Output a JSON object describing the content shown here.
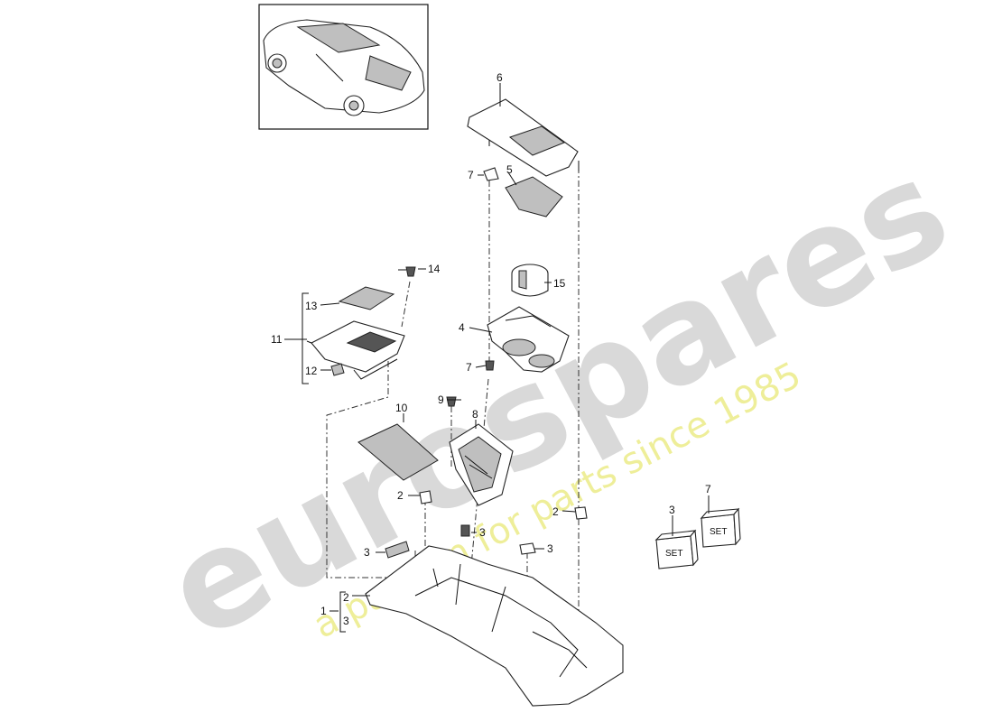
{
  "watermark": {
    "brand": "eurospares",
    "tagline": "a passion for parts since 1985",
    "brand_color": "#d9d9d9",
    "tagline_color": "#eeee99"
  },
  "callouts": {
    "c1": "1",
    "c1_sub_a": "2",
    "c1_sub_b": "3",
    "c2_left": "2",
    "c2_right": "2",
    "c3_screw": "3",
    "c3_clip": "3",
    "c3_clip2": "3",
    "c3_set": "3",
    "c4": "4",
    "c5": "5",
    "c6": "6",
    "c7_top": "7",
    "c7_mid": "7",
    "c7_set": "7",
    "c8": "8",
    "c9": "9",
    "c10": "10",
    "c11": "11",
    "c12": "12",
    "c13": "13",
    "c14": "14",
    "c15": "15"
  },
  "set_boxes": {
    "left_text": "SET",
    "right_text": "SET"
  }
}
